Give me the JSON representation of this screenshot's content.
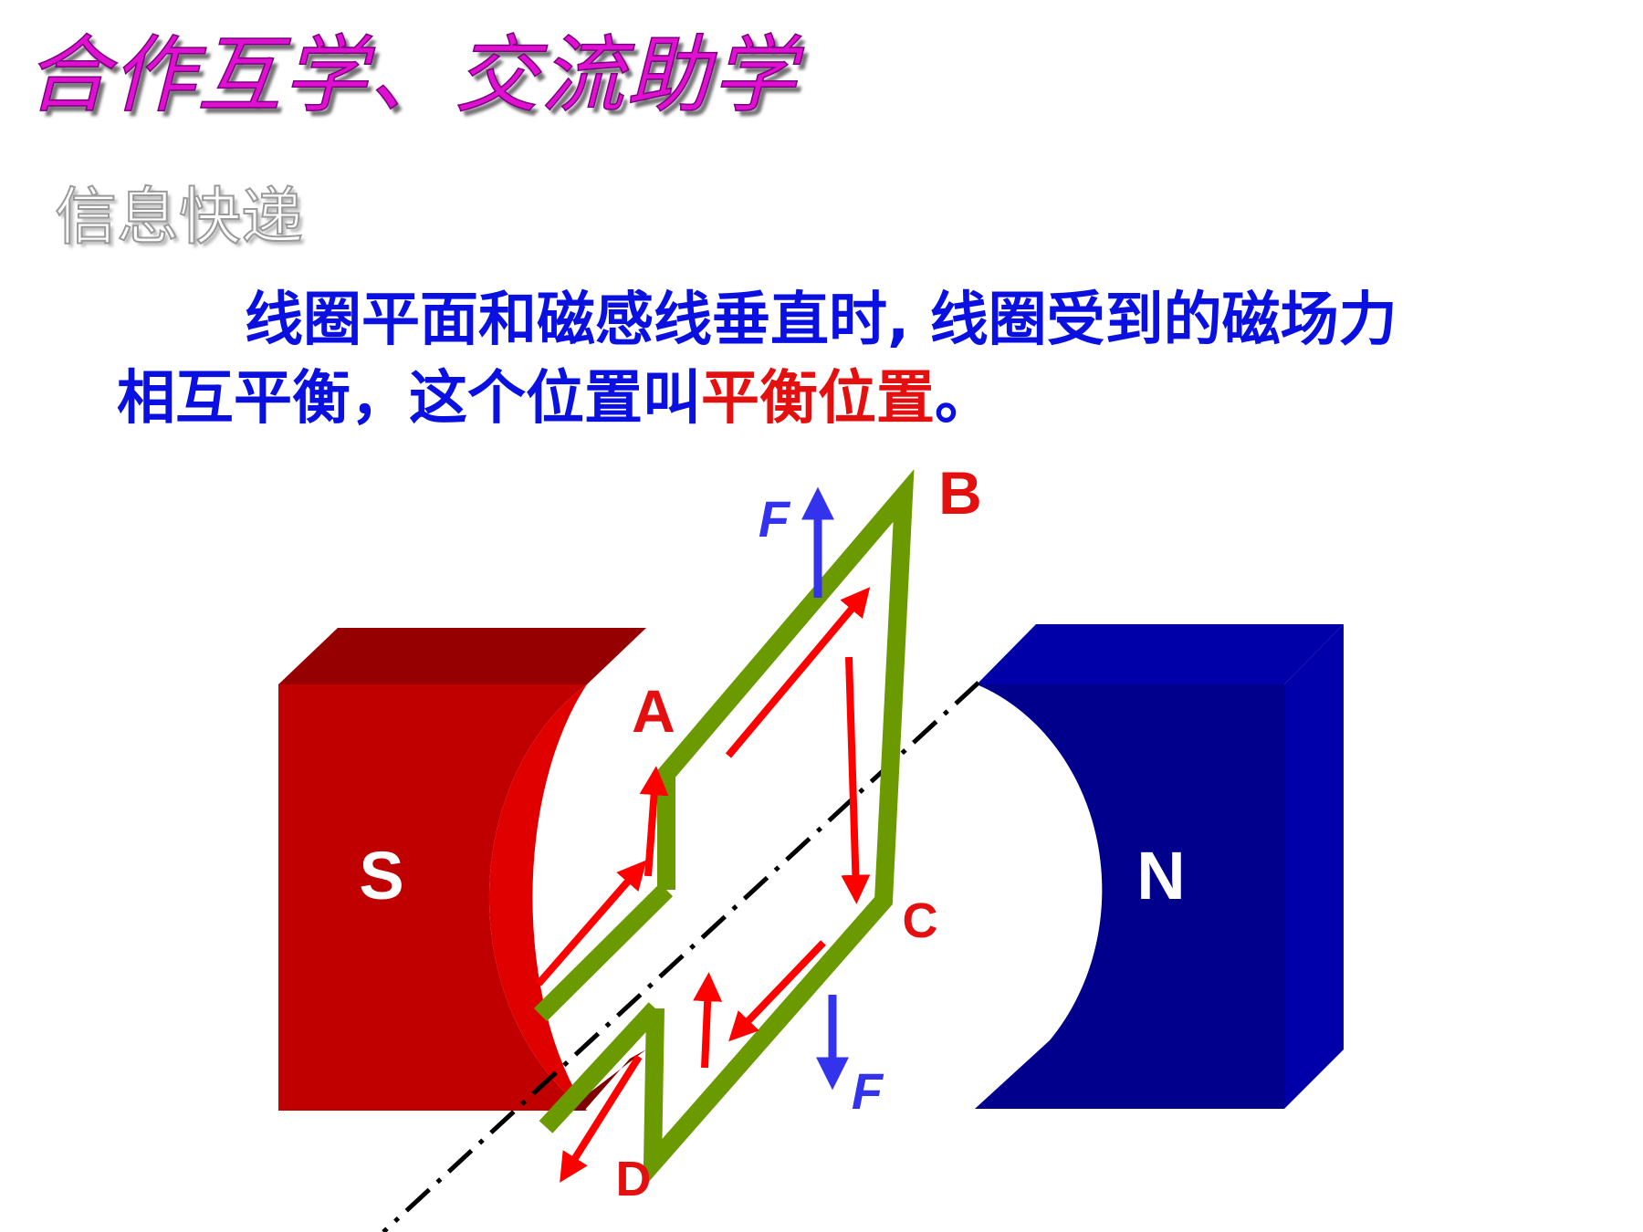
{
  "title": "合作互学、交流助学",
  "subtitle": "信息快递",
  "body": {
    "line1": "线圈平面和磁感线垂直时, 线圈受到的磁场力",
    "line2_prefix": "相互平衡，这个位置叫",
    "line2_highlight": "平衡位置",
    "line2_suffix": "。"
  },
  "diagram": {
    "magnet_left_label": "S",
    "magnet_right_label": "N",
    "point_labels": {
      "a": "A",
      "b": "B",
      "c": "C",
      "d": "D"
    },
    "force_label_top": "F",
    "force_label_bottom": "F",
    "colors": {
      "south_pole": "#c00000",
      "north_pole": "#00008c",
      "coil": "#6a9a00",
      "current_arrow": "#ff0000",
      "force_arrow": "#3333ee",
      "axis": "#000000",
      "title": "#e010d0",
      "body_text": "#0a10e0",
      "highlight_text": "#e41010"
    }
  }
}
